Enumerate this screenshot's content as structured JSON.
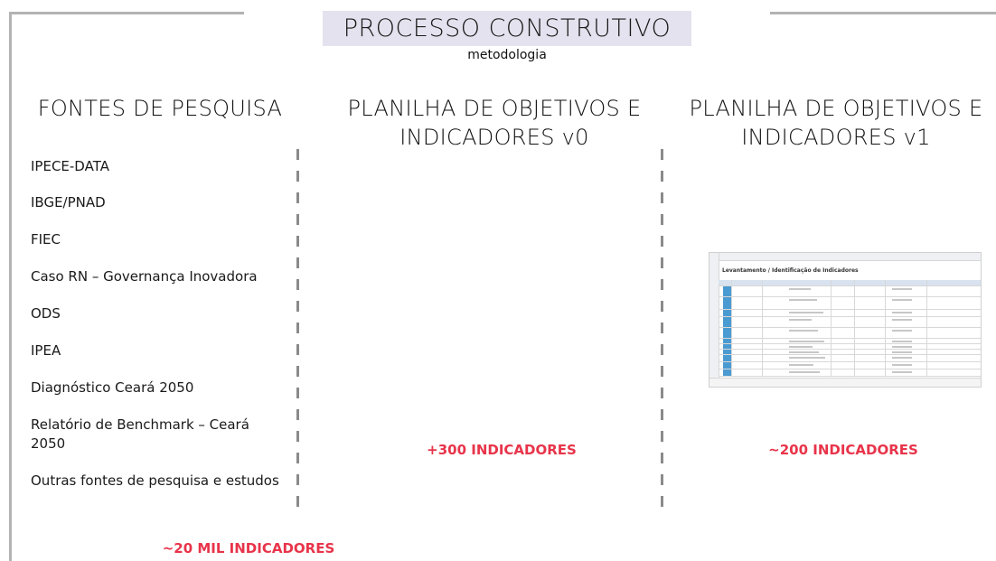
{
  "header": {
    "title": "PROCESSO CONSTRUTIVO",
    "subtitle": "metodologia"
  },
  "columns": [
    {
      "heading": "FONTES DE PESQUISA",
      "sources": [
        "IPECE-DATA",
        "IBGE/PNAD",
        "FIEC",
        "Caso RN – Governança Inovadora",
        "ODS",
        "IPEA",
        "Diagnóstico Ceará 2050",
        "Relatório de Benchmark – Ceará 2050",
        "Outras fontes de pesquisa e estudos"
      ],
      "metric": "~20 MIL INDICADORES"
    },
    {
      "heading": "PLANILHA DE OBJETIVOS E INDICADORES v0",
      "metric": "+300 INDICADORES"
    },
    {
      "heading": "PLANILHA DE OBJETIVOS E INDICADORES v1",
      "metric": "~200 INDICADORES",
      "spreadsheet_title": "Levantamento / Identificação de Indicadores"
    }
  ],
  "colors": {
    "metric": "#e8344a",
    "title_bg": "#e4e2ee",
    "frame": "#b3b3b3",
    "divider": "#8a8a8a"
  }
}
